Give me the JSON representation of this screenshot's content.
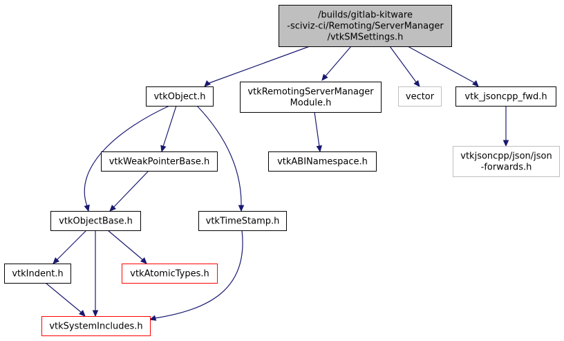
{
  "colors": {
    "edge": "#191970",
    "root_fill": "#bfbfbf",
    "documented_border": "#000000",
    "undocumented_border": "#ff0000",
    "system_border": "#bfbfbf"
  },
  "nodes": {
    "root": {
      "lines": [
        "/builds/gitlab-kitware",
        "-sciviz-ci/Remoting/ServerManager",
        "/vtkSMSettings.h"
      ]
    },
    "vtkObject": {
      "lines": [
        "vtkObject.h"
      ]
    },
    "vtkRemotingSMModule": {
      "lines": [
        "vtkRemotingServerManager",
        "Module.h"
      ]
    },
    "vector": {
      "lines": [
        "vector"
      ]
    },
    "jsoncppFwd": {
      "lines": [
        "vtk_jsoncpp_fwd.h"
      ]
    },
    "weakPtrBase": {
      "lines": [
        "vtkWeakPointerBase.h"
      ]
    },
    "abiNamespace": {
      "lines": [
        "vtkABINamespace.h"
      ]
    },
    "jsonForwards": {
      "lines": [
        "vtkjsoncpp/json/json",
        "-forwards.h"
      ]
    },
    "objectBase": {
      "lines": [
        "vtkObjectBase.h"
      ]
    },
    "timeStamp": {
      "lines": [
        "vtkTimeStamp.h"
      ]
    },
    "indent": {
      "lines": [
        "vtkIndent.h"
      ]
    },
    "atomicTypes": {
      "lines": [
        "vtkAtomicTypes.h"
      ]
    },
    "systemIncludes": {
      "lines": [
        "vtkSystemIncludes.h"
      ]
    }
  }
}
